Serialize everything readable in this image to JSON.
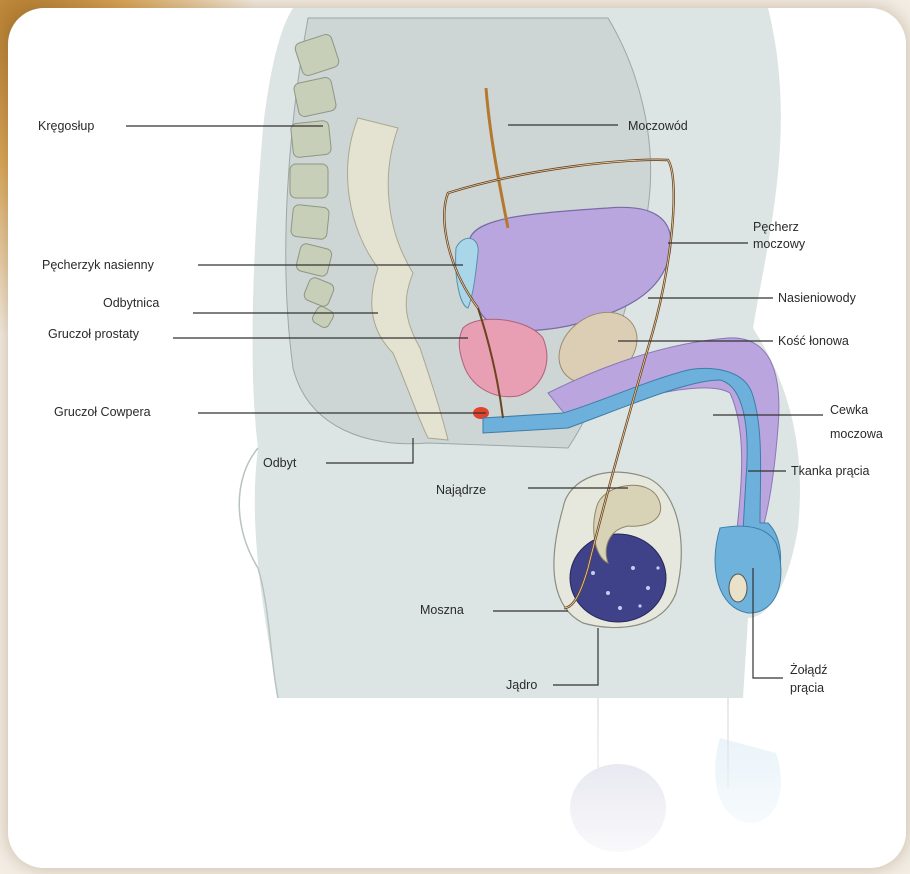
{
  "labels": {
    "spine": "Kręgosłup",
    "ureter": "Moczowód",
    "bladder_line1": "Pęcherz",
    "bladder_line2": "moczowy",
    "seminal_vesicle": "Pęcherzyk nasienny",
    "rectum": "Odbytnica",
    "vas_deferens": "Nasieniowody",
    "prostate": "Gruczoł prostaty",
    "pubic_bone": "Kość łonowa",
    "cowper": "Gruczoł Cowpera",
    "urethra_line1": "Cewka",
    "urethra_line2": "moczowa",
    "anus": "Odbyt",
    "penile_tissue": "Tkanka prącia",
    "epididymis": "Najądrze",
    "scrotum": "Moszna",
    "testis": "Jądro",
    "glans_line1": "Żołądź",
    "glans_line2": "prącia"
  },
  "colors": {
    "body": "#dfe6e4",
    "bladder": "#b7a3dc",
    "prostate": "#e8a0b4",
    "urethra": "#6fb2dc",
    "penile_tissue": "#b9a4de",
    "testis": "#3d3f86",
    "bone": "#d9cbb4",
    "vas": "#7a4f22"
  }
}
